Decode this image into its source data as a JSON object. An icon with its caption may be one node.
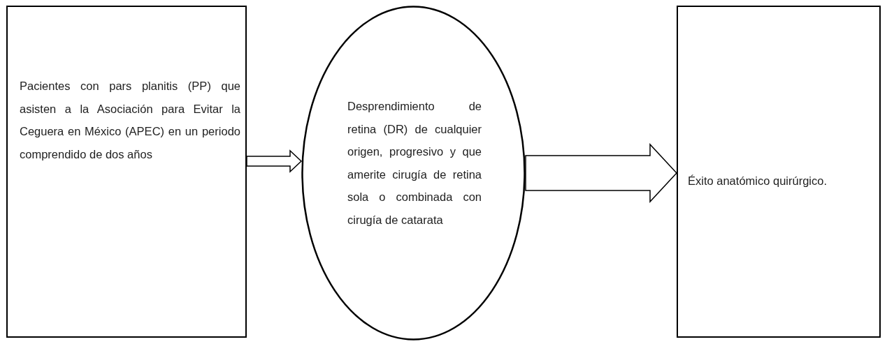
{
  "diagram": {
    "nodes": [
      {
        "text": [
          "Pacientes con pars planitis (PP) que asisten a la Asociación para Evitar la Ceguera en México (APEC) en un periodo comprendido de dos años"
        ]
      },
      {
        "text": [
          "Desprendimiento de retina (DR) de cualquier origen, progresivo y que amerite cirugía de retina sola o combinada con cirugía de catarata"
        ]
      },
      {
        "text": [
          "Éxito anatómico quirúrgico."
        ]
      }
    ],
    "edges": [
      {
        "from": 0,
        "to": 1,
        "arrow": "to"
      },
      {
        "from": 1,
        "to": 2,
        "arrow": "to",
        "style": "thick"
      }
    ]
  }
}
